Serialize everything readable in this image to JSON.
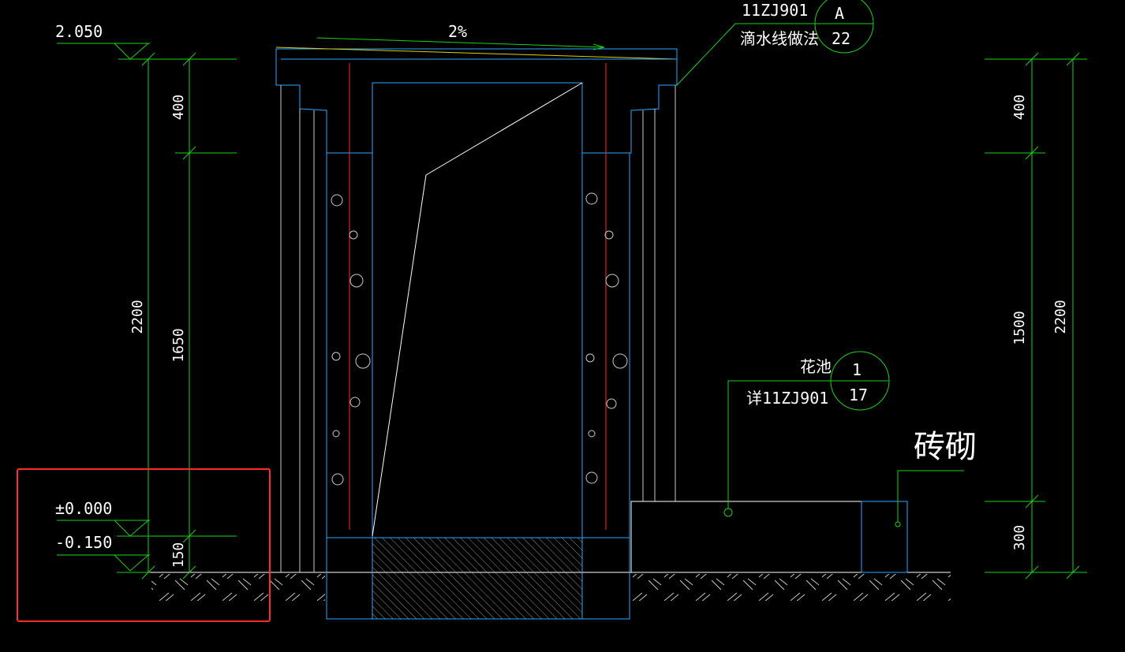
{
  "colors": {
    "background": "#000000",
    "dimension": "#19d219",
    "structure": "#2aa7ff",
    "rebar": "#ff2a2a",
    "text": "#ffffff",
    "highlight": "#ff2a2a"
  },
  "elevations": {
    "top": "2.050",
    "zero": "±0.000",
    "ground": "-0.150"
  },
  "slope": "2%",
  "callouts": {
    "drip": {
      "standard": "11ZJ901",
      "label": "滴水线做法",
      "symbol": "A",
      "sheet": "22"
    },
    "planter": {
      "label": "花池",
      "ref": "详11ZJ901",
      "symbol": "1",
      "sheet": "17"
    }
  },
  "material_label": "砖砌",
  "dims_left": {
    "total": "2200",
    "top": "400",
    "middle": "1650",
    "bottom": "150"
  },
  "dims_right": {
    "total": "2200",
    "top": "400",
    "middle": "1500",
    "bottom": "300"
  }
}
